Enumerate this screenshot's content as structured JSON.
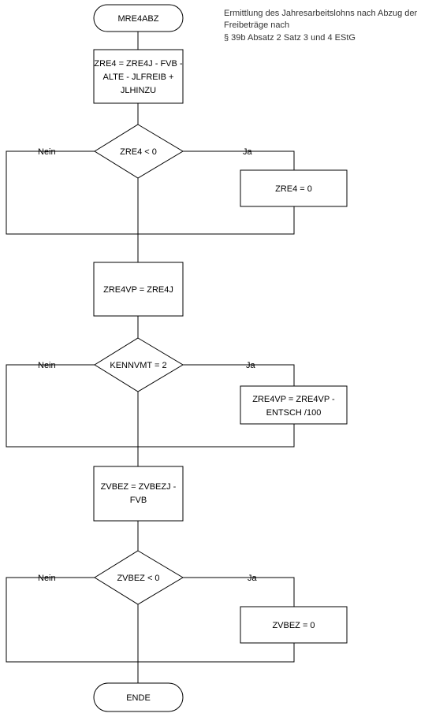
{
  "title_note": [
    "Ermittlung des Jahresarbeitslohns nach Abzug der",
    "Freibeträge nach",
    "§ 39b Absatz 2 Satz 3 und 4 EStG"
  ],
  "nodes": {
    "start": "MRE4ABZ",
    "calc_zre4": [
      "ZRE4 = ZRE4J - FVB -",
      "ALTE - JLFREIB  +",
      "JLHINZU"
    ],
    "dec_zre4": "ZRE4 < 0",
    "set_zre4": "ZRE4 = 0",
    "calc_zre4vp": "ZRE4VP = ZRE4J",
    "dec_kennvmt": "KENNVMT = 2",
    "set_zre4vp": [
      "ZRE4VP = ZRE4VP -",
      "ENTSCH /100"
    ],
    "calc_zvbez": [
      "ZVBEZ = ZVBEZJ -",
      "FVB"
    ],
    "dec_zvbez": "ZVBEZ < 0",
    "set_zvbez": "ZVBEZ = 0",
    "end": "ENDE"
  },
  "branch_labels": {
    "no": "Nein",
    "yes": "Ja"
  },
  "colors": {
    "stroke": "#000000",
    "fill": "#ffffff",
    "note": "#333333"
  }
}
